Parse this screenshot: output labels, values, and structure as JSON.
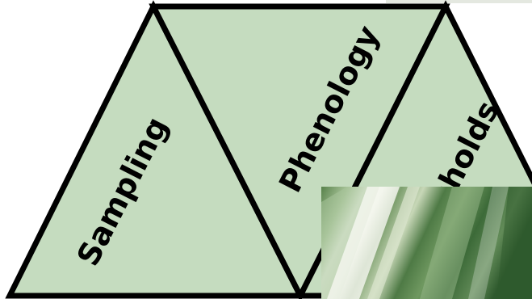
{
  "diagram": {
    "labels": {
      "sampling": "Sampling",
      "phenology": "Phenology",
      "thresholds": "Thresholds"
    }
  },
  "colors": {
    "fill": "#c5dcbf",
    "stroke": "#000000",
    "photo_dark": "#3f6a3a",
    "photo_light": "#f1f4e9"
  },
  "photo": {
    "subject": "close-up of a green grass leaf blade"
  }
}
